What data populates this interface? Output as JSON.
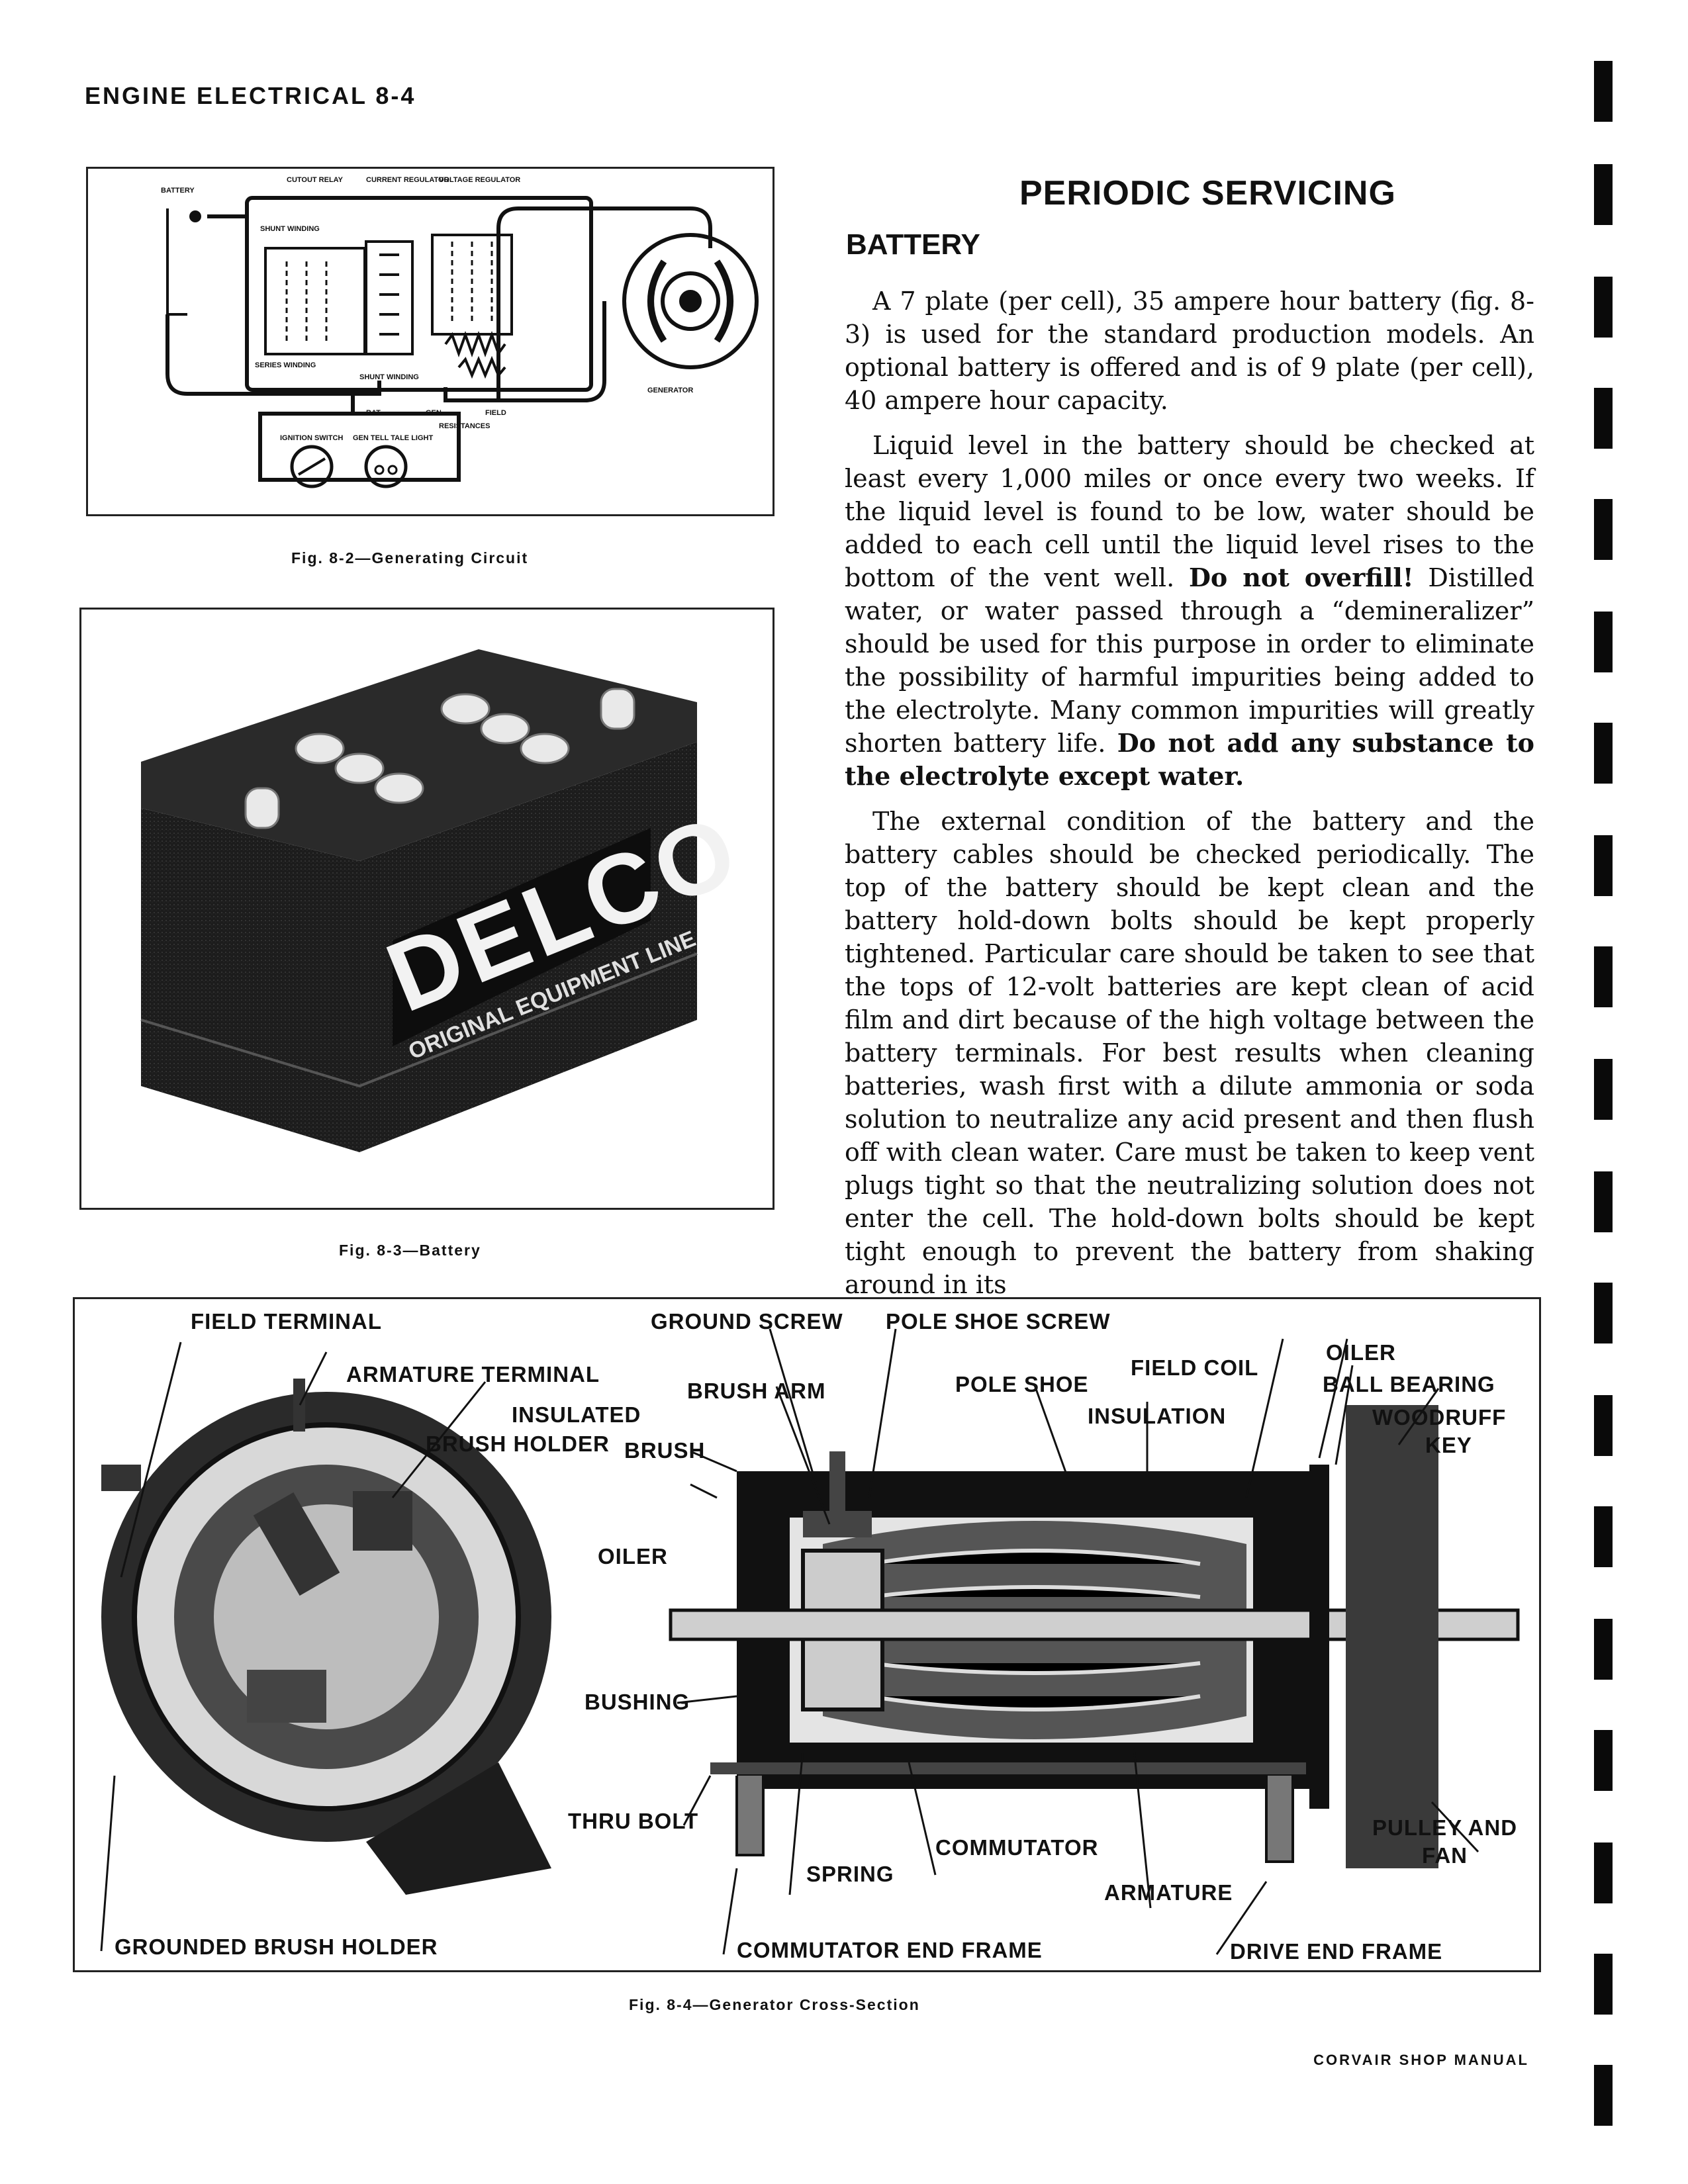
{
  "header": "ENGINE ELECTRICAL 8-4",
  "footer": "CORVAIR SHOP MANUAL",
  "heading": "PERIODIC SERVICING",
  "subheading": "BATTERY",
  "para1": "A 7 plate (per cell), 35 ampere hour battery (fig. 8-3) is used for the standard production models. An optional battery is offered and is of 9 plate (per cell), 40 ampere hour capacity.",
  "para2": {
    "a": "Liquid level in the battery should be checked at least every 1,000 miles or once every two weeks. If the liquid level is found to be low, water should be added to each cell until the liquid level rises to the bottom of the vent well.",
    "b": "Do not overfill!",
    "c": "Distilled water, or water passed through a “demineralizer” should be used for this purpose in order to eliminate the possibility of harmful impurities being added to the electrolyte. Many common impurities will greatly shorten battery life.",
    "d": "Do not add any substance to the electrolyte except water."
  },
  "para3": "The external condition of the battery and the battery cables should be checked periodically. The top of the battery should be kept clean and the battery hold-down bolts should be kept properly tightened. Particular care should be taken to see that the tops of 12-volt batteries are kept clean of acid film and dirt because of the high voltage between the battery terminals. For best results when cleaning batteries, wash first with a dilute ammonia or soda solution to neutralize any acid present and then flush off with clean water. Care must be taken to keep vent plugs tight so that the neutralizing solution does not enter the cell. The hold-down bolts should be kept tight enough to prevent the battery from shaking around in its",
  "fig82": {
    "caption": "Fig. 8-2—Generating Circuit",
    "labels": {
      "battery": "BATTERY",
      "cutout": "CUTOUT RELAY",
      "current": "CURRENT REGULATOR",
      "voltage": "VOLTAGE REGULATOR",
      "shunt1": "SHUNT WINDING",
      "series": "SERIES WINDING",
      "shunt2": "SHUNT WINDING",
      "bat": "BAT",
      "gen": "GEN",
      "field": "FIELD",
      "resist": "RESISTANCES",
      "ignition": "IGNITION SWITCH",
      "telltale": "GEN TELL TALE LIGHT",
      "generator": "GENERATOR"
    }
  },
  "fig83": {
    "caption": "Fig. 8-3—Battery",
    "brand": "DELCO",
    "line": "ORIGINAL EQUIPMENT LINE"
  },
  "fig84": {
    "caption": "Fig. 8-4—Generator Cross-Section",
    "labels": {
      "field_terminal": "FIELD TERMINAL",
      "armature_terminal": "ARMATURE TERMINAL",
      "insulated_1": "INSULATED",
      "insulated_2": "BRUSH HOLDER",
      "grounded": "GROUNDED BRUSH HOLDER",
      "ground_screw": "GROUND SCREW",
      "pole_shoe_screw": "POLE SHOE SCREW",
      "brush_arm": "BRUSH ARM",
      "pole_shoe": "POLE SHOE",
      "field_coil": "FIELD COIL",
      "oiler_r": "OILER",
      "ball_bearing": "BALL BEARING",
      "insulation": "INSULATION",
      "woodruff_1": "WOODRUFF",
      "woodruff_2": "KEY",
      "brush": "BRUSH",
      "oiler_l": "OILER",
      "bushing": "BUSHING",
      "thru_bolt": "THRU BOLT",
      "commutator": "COMMUTATOR",
      "spring": "SPRING",
      "armature": "ARMATURE",
      "pulley_1": "PULLEY AND",
      "pulley_2": "FAN",
      "comm_end": "COMMUTATOR END FRAME",
      "drive_end": "DRIVE END FRAME"
    }
  }
}
